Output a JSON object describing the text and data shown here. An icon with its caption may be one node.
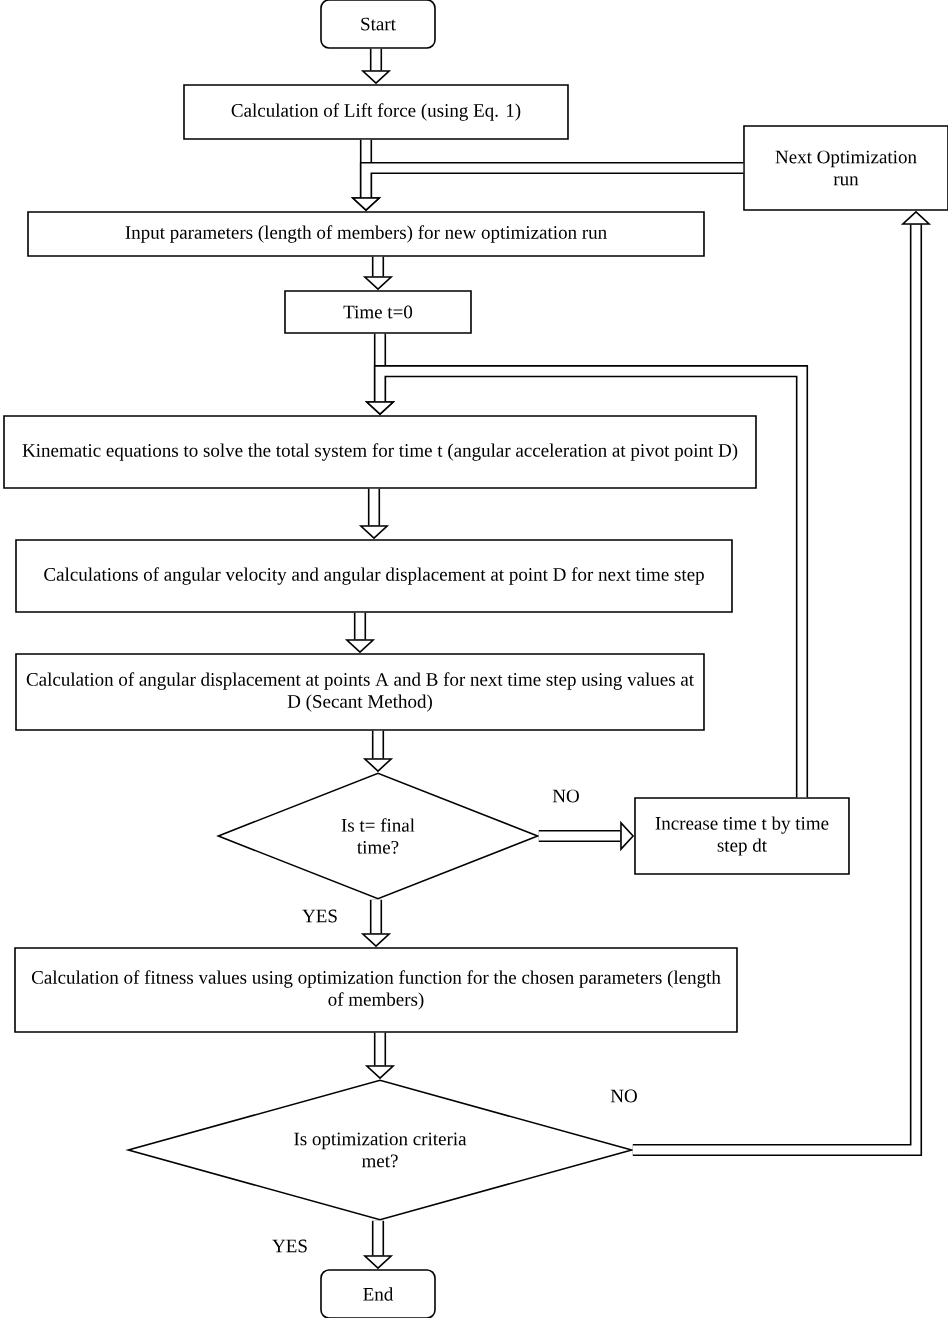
{
  "diagram": {
    "nodes": [
      {
        "text": [
          "Start"
        ]
      },
      {
        "text": [
          "Calculation of Lift force (using Eq. 1)"
        ]
      },
      {
        "text": [
          "Next Optimization run"
        ]
      },
      {
        "text": [
          "Input parameters (length of members) for new optimization run"
        ]
      },
      {
        "text": [
          "Time t=0"
        ]
      },
      {
        "text": [
          "Kinematic equations to solve the total system for time t (angular acceleration at pivot point D)"
        ]
      },
      {
        "text": [
          "Calculations of angular velocity and angular displacement at point D for next time step"
        ]
      },
      {
        "text": [
          "Calculation of angular displacement at points A and B for next time step using values at D (Secant Method)"
        ]
      },
      {
        "text": [
          "Is t= final time?"
        ]
      },
      {
        "text": [
          "Increase time t by time step dt"
        ]
      },
      {
        "text": [
          "Calculation of fitness values using optimization function for the chosen parameters (length of members)"
        ]
      },
      {
        "text": [
          "Is optimization criteria met?"
        ]
      },
      {
        "text": [
          "End"
        ]
      }
    ],
    "edges": [
      {
        "from": 0,
        "to": 1,
        "arrow": "to"
      },
      {
        "from": 1,
        "to": 3,
        "arrow": "to"
      },
      {
        "from": 2,
        "to": 3,
        "arrow": "to"
      },
      {
        "from": 3,
        "to": 4,
        "arrow": "to"
      },
      {
        "from": 4,
        "to": 5,
        "arrow": "to"
      },
      {
        "from": 9,
        "to": 5,
        "arrow": "to"
      },
      {
        "from": 5,
        "to": 6,
        "arrow": "to"
      },
      {
        "from": 6,
        "to": 7,
        "arrow": "to"
      },
      {
        "from": 7,
        "to": 8,
        "arrow": "to"
      },
      {
        "from": 8,
        "to": 9,
        "arrow": "to",
        "label": "NO"
      },
      {
        "from": 8,
        "to": 10,
        "arrow": "to",
        "label": "YES"
      },
      {
        "from": 10,
        "to": 11,
        "arrow": "to"
      },
      {
        "from": 11,
        "to": 2,
        "arrow": "to",
        "label": "NO"
      },
      {
        "from": 11,
        "to": 12,
        "arrow": "to",
        "label": "YES"
      }
    ]
  }
}
